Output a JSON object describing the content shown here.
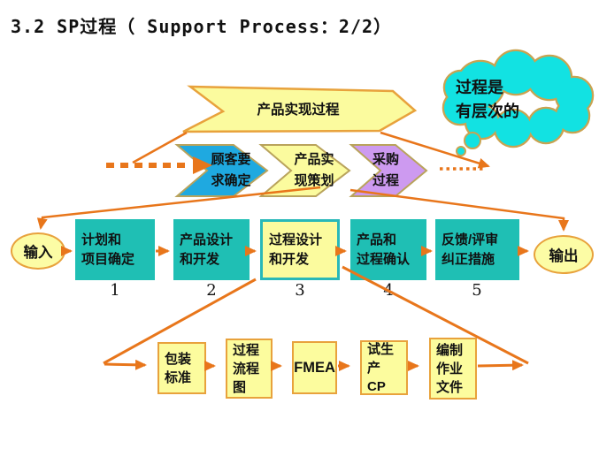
{
  "slide": {
    "title": "3.2 SP过程（ Support  Process：2/2）",
    "banner": {
      "label": "产品实现过程"
    },
    "thought_bubble": {
      "label": "过程是\n有层次的"
    },
    "chevrons": [
      {
        "label": "顾客要\n求确定"
      },
      {
        "label": "产品实\n现策划"
      },
      {
        "label": "采购\n过程"
      }
    ],
    "io": {
      "input_label": "输入",
      "output_label": "输出"
    },
    "main_steps": [
      {
        "number": "1",
        "label": "计划和\n项目确定",
        "highlighted": false
      },
      {
        "number": "2",
        "label": "产品设计\n和开发",
        "highlighted": false
      },
      {
        "number": "3",
        "label": "过程设计\n和开发",
        "highlighted": true
      },
      {
        "number": "4",
        "label": "产品和\n过程确认",
        "highlighted": false
      },
      {
        "number": "5",
        "label": "反馈/评审\n纠正措施",
        "highlighted": false
      }
    ],
    "sub_steps": [
      {
        "label": "包装\n标准"
      },
      {
        "label": "过程\n流程\n图"
      },
      {
        "label": "FMEA"
      },
      {
        "label": "试生产\nCP"
      },
      {
        "label": "编制\n作业\n文件"
      }
    ],
    "colors": {
      "accent_orange": "#E8761B",
      "box_border_orange": "#E8A23C",
      "teal": "#1FBFB4",
      "yellow": "#FBFB9E",
      "blue_chevron": "#1FA9E0",
      "purple_chevron": "#CD9AF0",
      "cloud_cyan": "#12E2E2",
      "cloud_border": "#C9A351"
    }
  }
}
